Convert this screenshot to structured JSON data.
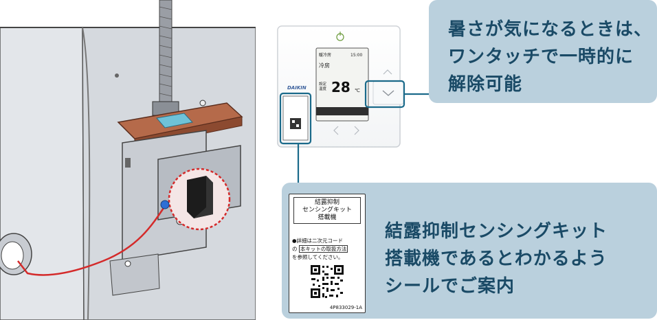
{
  "callout_top": {
    "lines": [
      "暑さが気になるときは、",
      "ワンタッチで一時的に",
      "解除可能"
    ]
  },
  "callout_bottom": {
    "lines": [
      "結露抑制センシングキット",
      "搭載機であるとわかるよう",
      "シールでご案内"
    ]
  },
  "sticker": {
    "title_lines": [
      "結露抑制",
      "センシングキット",
      "搭載機"
    ],
    "detail_lines": [
      "●詳細は二次元コード",
      "の",
      "本キットの取扱方法",
      "を参照してください。"
    ],
    "code": "4P833029-1A"
  },
  "remote": {
    "brand": "DAIKIN",
    "display_top": "暖冷房",
    "display_time": "15:00",
    "mode": "冷房",
    "setpoint_label": "設定温度",
    "temperature": "28",
    "unit": "℃"
  },
  "colors": {
    "callout_bg": "#bad0dd",
    "callout_text": "#1a4a66",
    "connector": "#1a6a8a",
    "highlight_ring": "#d42a2a",
    "bracket": "#b56a4a"
  }
}
